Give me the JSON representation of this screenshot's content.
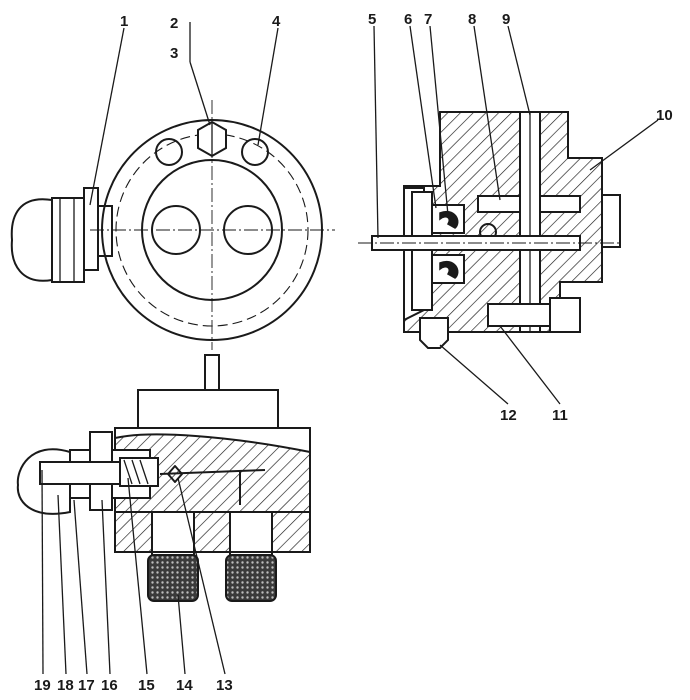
{
  "callouts": [
    {
      "id": "1",
      "text": "1"
    },
    {
      "id": "2",
      "text": "2"
    },
    {
      "id": "3",
      "text": "3"
    },
    {
      "id": "4",
      "text": "4"
    },
    {
      "id": "5",
      "text": "5"
    },
    {
      "id": "6",
      "text": "6"
    },
    {
      "id": "7",
      "text": "7"
    },
    {
      "id": "8",
      "text": "8"
    },
    {
      "id": "9",
      "text": "9"
    },
    {
      "id": "10",
      "text": "10"
    },
    {
      "id": "11",
      "text": "11"
    },
    {
      "id": "12",
      "text": "12"
    },
    {
      "id": "13",
      "text": "13"
    },
    {
      "id": "14",
      "text": "14"
    },
    {
      "id": "15",
      "text": "15"
    },
    {
      "id": "16",
      "text": "16"
    },
    {
      "id": "17",
      "text": "17"
    },
    {
      "id": "18",
      "text": "18"
    },
    {
      "id": "19",
      "text": "19"
    }
  ],
  "colors": {
    "ink": "#1a1a1a",
    "paper": "#ffffff"
  }
}
